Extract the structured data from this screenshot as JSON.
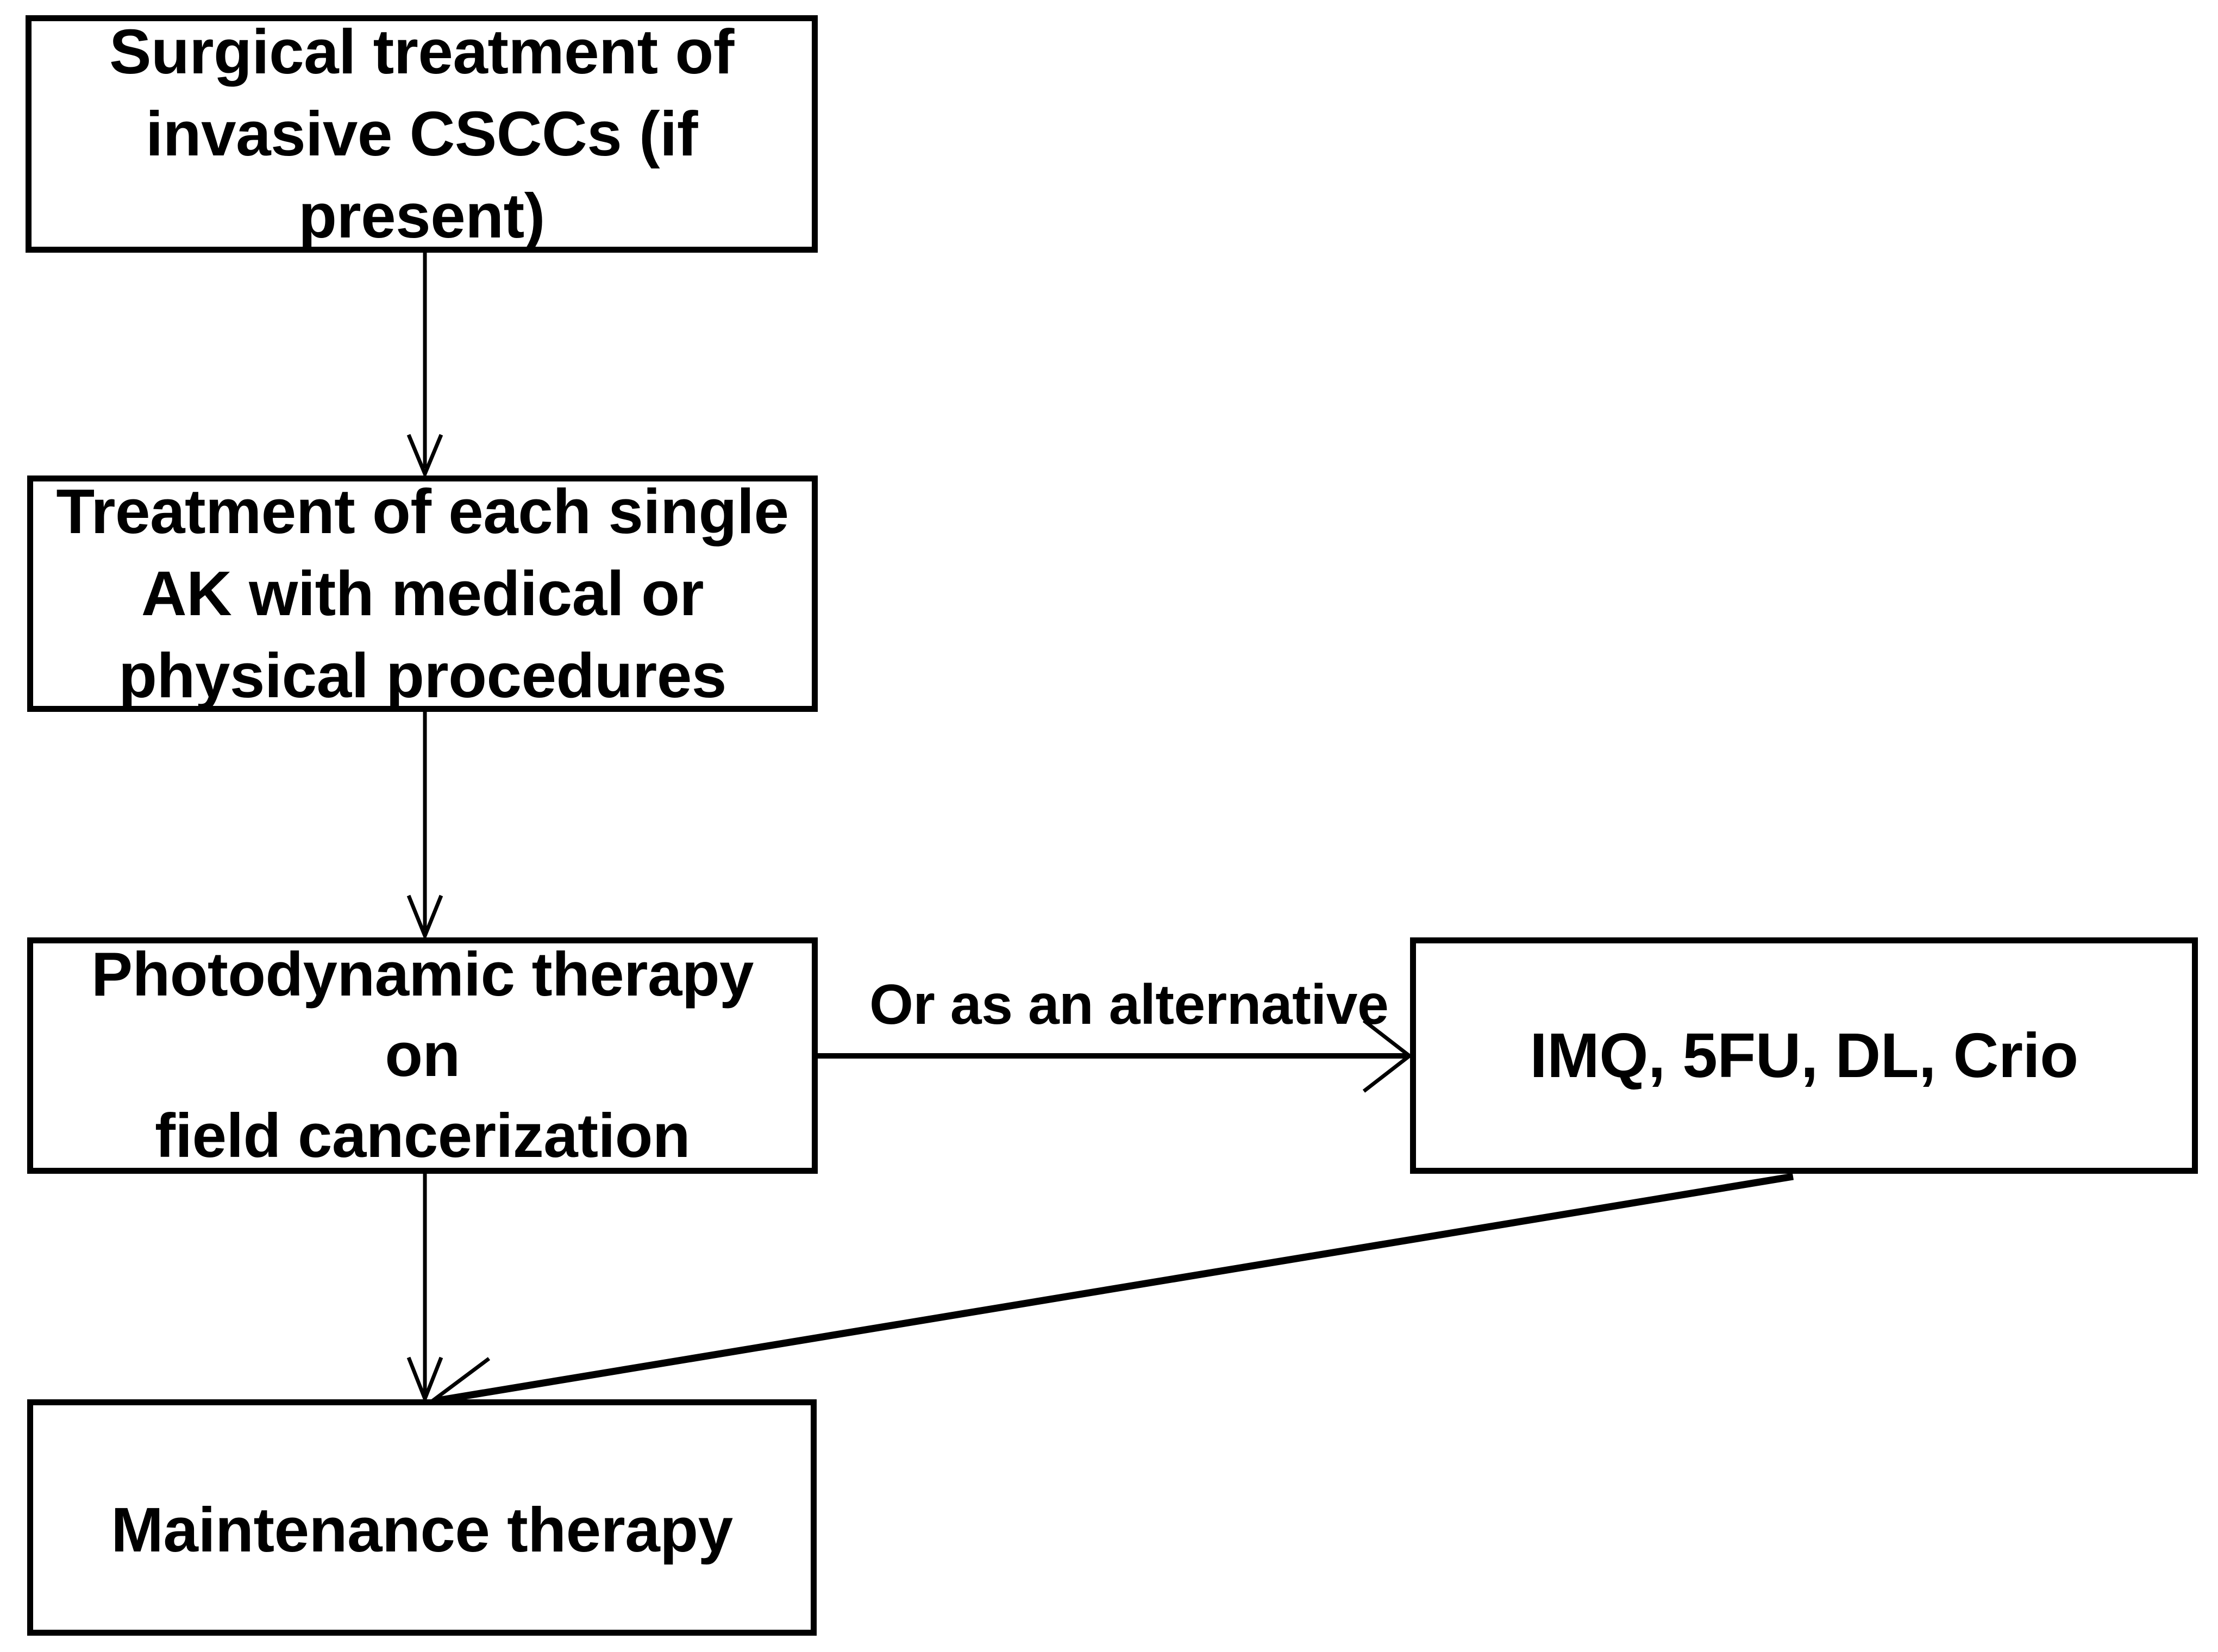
{
  "diagram": {
    "type": "flowchart",
    "orientation": "top-to-bottom",
    "background_color": "#ffffff",
    "line_color": "#000000",
    "text_color": "#000000",
    "nodes": [
      {
        "id": "surgical",
        "label": "Surgical treatment of\ninvasive CSCCs (if present)",
        "shape": "rectangle"
      },
      {
        "id": "single_ak",
        "label": "Treatment of each single\nAK with medical or\nphysical procedures",
        "shape": "rectangle"
      },
      {
        "id": "pdt",
        "label": "Photodynamic therapy on\nfield cancerization",
        "shape": "rectangle"
      },
      {
        "id": "alternatives",
        "label": "IMQ, 5FU, DL, Crio",
        "shape": "rectangle"
      },
      {
        "id": "maintenance",
        "label": "Maintenance therapy",
        "shape": "rectangle"
      }
    ],
    "edges": [
      {
        "id": "e1",
        "from": "surgical",
        "to": "single_ak",
        "label": "",
        "style": "solid-arrow-down"
      },
      {
        "id": "e2",
        "from": "single_ak",
        "to": "pdt",
        "label": "",
        "style": "solid-arrow-down"
      },
      {
        "id": "e3",
        "from": "pdt",
        "to": "alternatives",
        "label": "Or as an alternative",
        "style": "solid-arrow-right"
      },
      {
        "id": "e4",
        "from": "pdt",
        "to": "maintenance",
        "label": "",
        "style": "solid-arrow-down"
      },
      {
        "id": "e5",
        "from": "alternatives",
        "to": "maintenance",
        "label": "",
        "style": "solid-arrow-diagonal"
      }
    ]
  }
}
